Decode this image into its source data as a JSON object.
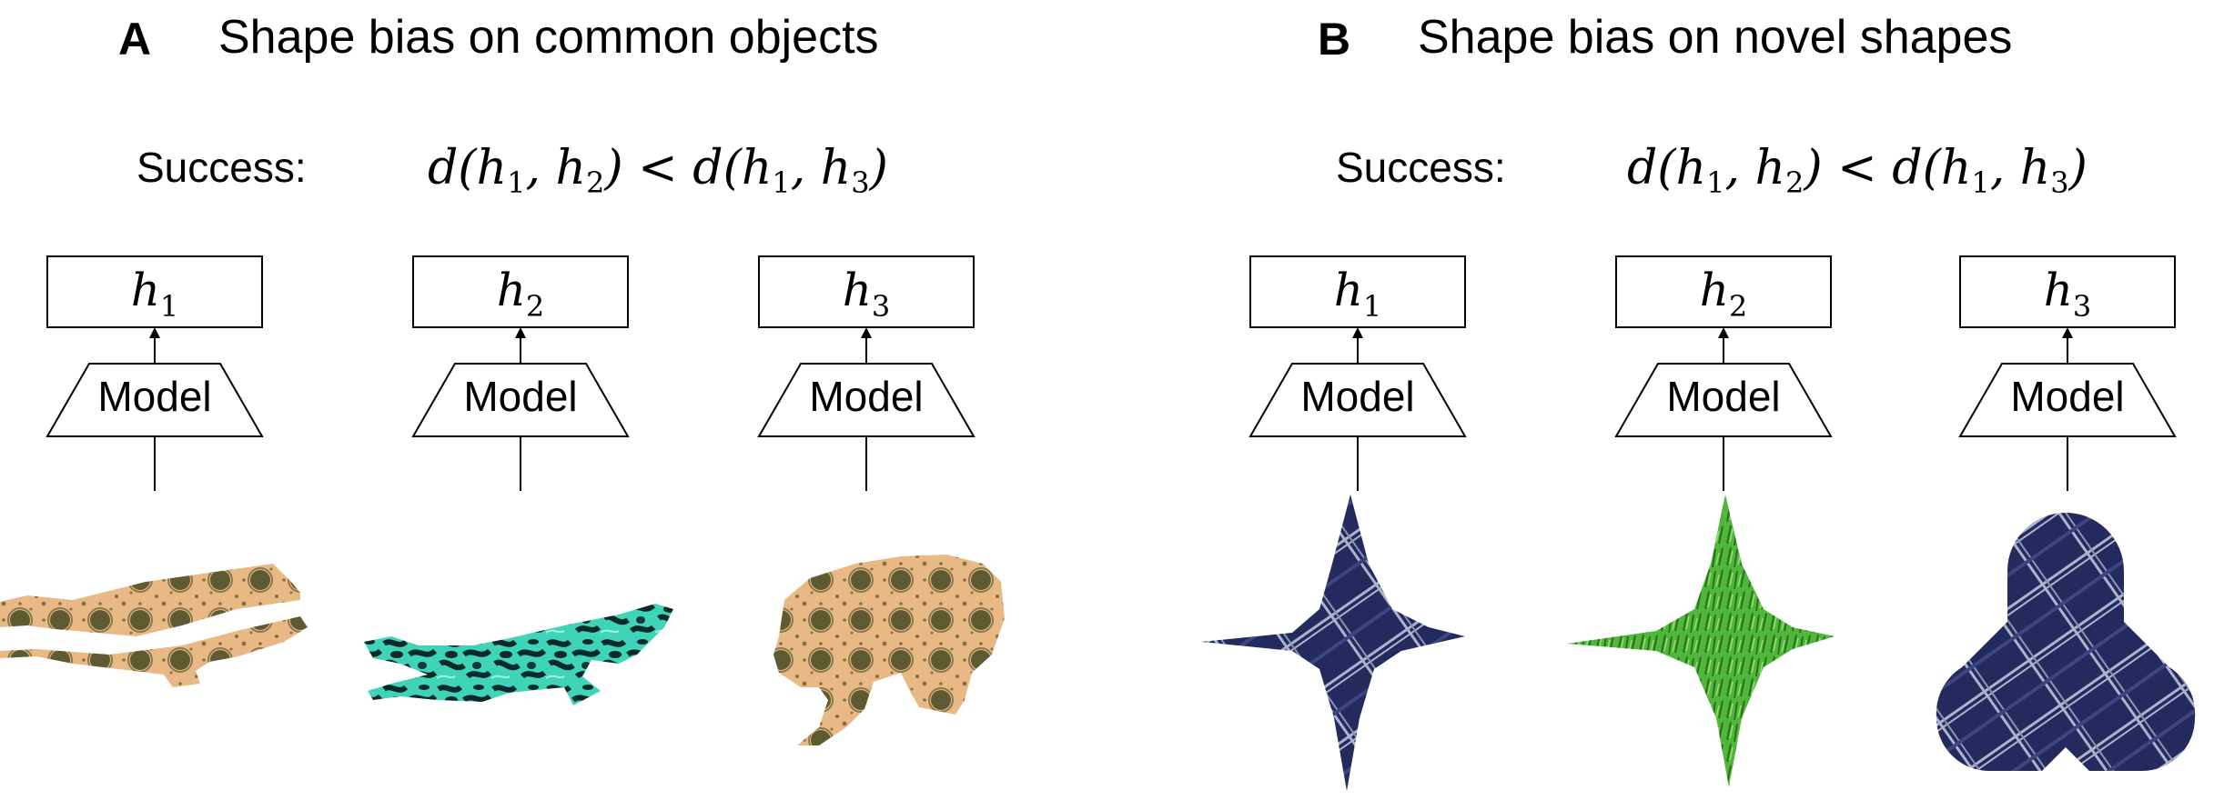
{
  "colors": {
    "tan_texture": "#e8b985",
    "tan_dots": "#5e5a32",
    "teal_texture": "#3fd4b8",
    "teal_dark": "#0d2a2a",
    "navy_texture": "#232a5e",
    "navy_lines": "#aab4cc",
    "green_texture": "#4fb83a",
    "green_dark": "#2d6e1e"
  },
  "panels": [
    {
      "letter": "A",
      "title": "Shape bias on common objects",
      "success_label": "Success:",
      "criterion": {
        "d_open": "d(h",
        "sub1": "1",
        "comma2": ", h",
        "sub2": "2",
        "mid": ") < d(h",
        "sub3": "1",
        "comma3": ", h",
        "sub4": "3",
        "close": ")"
      },
      "columns": [
        {
          "h": "h",
          "sub": "1",
          "model": "Model",
          "stimulus": "airplane (tan dotted texture)"
        },
        {
          "h": "h",
          "sub": "2",
          "model": "Model",
          "stimulus": "airplane (teal veined texture)"
        },
        {
          "h": "h",
          "sub": "3",
          "model": "Model",
          "stimulus": "bear (tan dotted texture)"
        }
      ]
    },
    {
      "letter": "B",
      "title": "Shape bias on novel shapes",
      "success_label": "Success:",
      "criterion": {
        "d_open": "d(h",
        "sub1": "1",
        "comma2": ", h",
        "sub2": "2",
        "mid": ") < d(h",
        "sub3": "1",
        "comma3": ", h",
        "sub4": "3",
        "close": ")"
      },
      "columns": [
        {
          "h": "h",
          "sub": "1",
          "model": "Model",
          "stimulus": "four-pointed star (navy plaid texture)"
        },
        {
          "h": "h",
          "sub": "2",
          "model": "Model",
          "stimulus": "four-pointed star (green grass texture)"
        },
        {
          "h": "h",
          "sub": "3",
          "model": "Model",
          "stimulus": "three-lobed shape (navy plaid texture)"
        }
      ]
    }
  ]
}
